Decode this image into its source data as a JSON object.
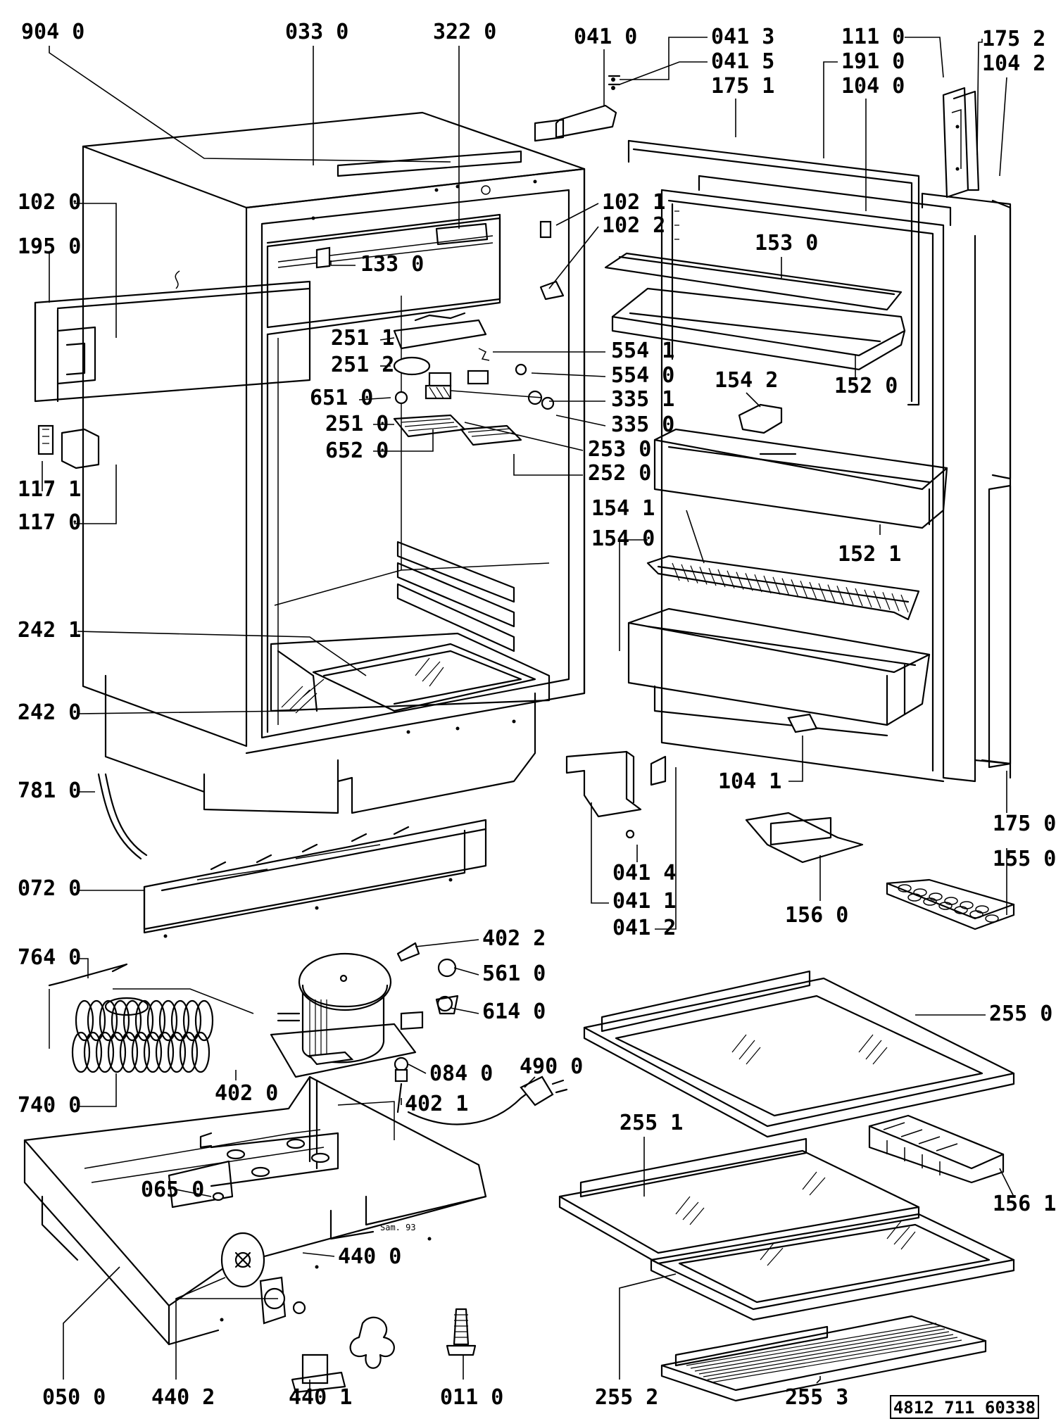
{
  "document_code": "4812 711 60338",
  "stamp": "Sam. 93",
  "labels": [
    "904 0",
    "033 0",
    "322 0",
    "041 0",
    "041 3",
    "041 5",
    "175 1",
    "111 0",
    "191 0",
    "104 0",
    "175 2",
    "104 2",
    "102 0",
    "195 0",
    "133 0",
    "102 1",
    "102 2",
    "153 0",
    "251 1",
    "251 2",
    "651 0",
    "251 0",
    "652 0",
    "554 1",
    "554 0",
    "335 1",
    "335 0",
    "253 0",
    "252 0",
    "152 0",
    "154 2",
    "117 1",
    "117 0",
    "152 1",
    "154 1",
    "154 0",
    "242 1",
    "242 0",
    "781 0",
    "104 1",
    "175 0",
    "155 0",
    "072 0",
    "041 4",
    "041 1",
    "041 2",
    "156 0",
    "764 0",
    "402 2",
    "561 0",
    "614 0",
    "255 0",
    "402 0",
    "084 0",
    "490 0",
    "402 1",
    "740 0",
    "255 1",
    "156 1",
    "065 0",
    "440 0",
    "050 0",
    "440 2",
    "440 1",
    "011 0",
    "255 2",
    "255 3"
  ]
}
